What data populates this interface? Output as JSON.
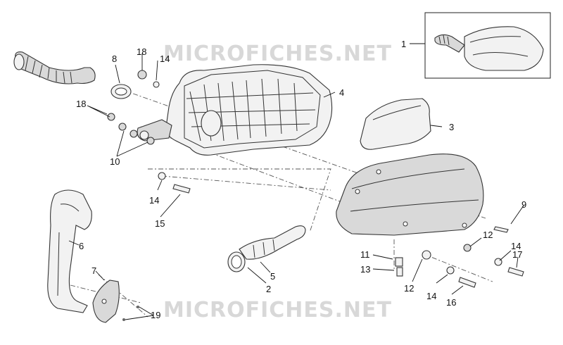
{
  "watermark": {
    "text": "MICROFICHES.NET"
  },
  "callouts": [
    {
      "id": "c1",
      "num": "1"
    },
    {
      "id": "c2",
      "num": "2"
    },
    {
      "id": "c3",
      "num": "3"
    },
    {
      "id": "c4",
      "num": "4"
    },
    {
      "id": "c5",
      "num": "5"
    },
    {
      "id": "c6",
      "num": "6"
    },
    {
      "id": "c7",
      "num": "7"
    },
    {
      "id": "c8",
      "num": "8"
    },
    {
      "id": "c9",
      "num": "9"
    },
    {
      "id": "c10",
      "num": "10"
    },
    {
      "id": "c11",
      "num": "11"
    },
    {
      "id": "c12a",
      "num": "12"
    },
    {
      "id": "c12b",
      "num": "12"
    },
    {
      "id": "c13",
      "num": "13"
    },
    {
      "id": "c14a",
      "num": "14"
    },
    {
      "id": "c14b",
      "num": "14"
    },
    {
      "id": "c14c",
      "num": "14"
    },
    {
      "id": "c14d",
      "num": "14"
    },
    {
      "id": "c15",
      "num": "15"
    },
    {
      "id": "c16",
      "num": "16"
    },
    {
      "id": "c17",
      "num": "17"
    },
    {
      "id": "c18a",
      "num": "18"
    },
    {
      "id": "c18b",
      "num": "18"
    },
    {
      "id": "c19",
      "num": "19"
    }
  ]
}
